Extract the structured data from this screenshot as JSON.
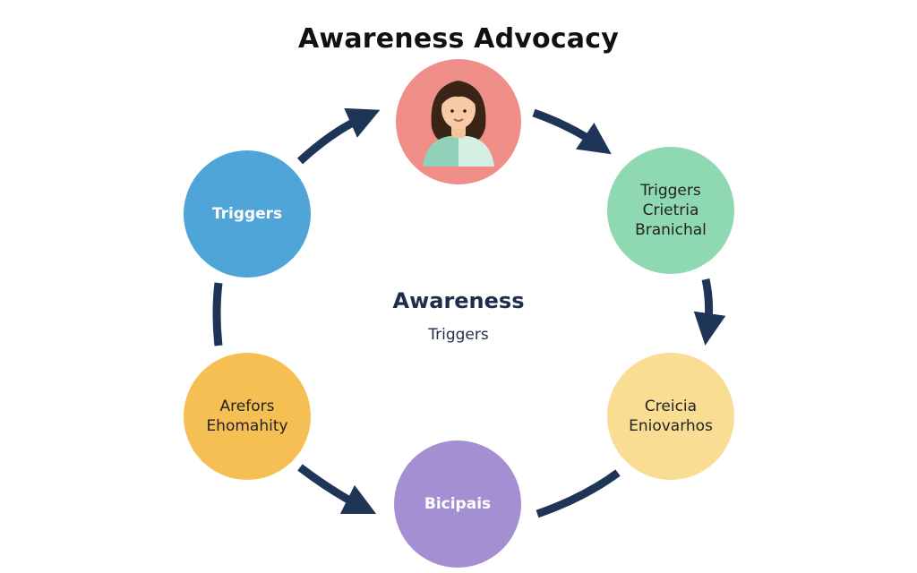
{
  "title": "Awareness Advocacy",
  "center": {
    "title": "Awareness",
    "subtitle": "Triggers"
  },
  "colors": {
    "arrow": "#1f3557",
    "person_bg": "#ef8e89",
    "left_top": "#4fa5d8",
    "right_top": "#8ed9b1",
    "right_bottom": "#f8dd93",
    "bottom": "#a48fd3",
    "left_bottom": "#f5bf53"
  },
  "nodes": {
    "person": {
      "icon": "person-avatar-icon"
    },
    "left_top": {
      "lines": [
        "Triggers"
      ]
    },
    "right_top": {
      "lines": [
        "Triggers",
        "Crietria",
        "Branichal"
      ]
    },
    "right_bottom": {
      "lines": [
        "Creicia",
        "Eniovarhos"
      ]
    },
    "bottom": {
      "lines": [
        "Bicipais"
      ]
    },
    "left_bottom": {
      "lines": [
        "Arefors",
        "Ehomahity"
      ]
    }
  }
}
